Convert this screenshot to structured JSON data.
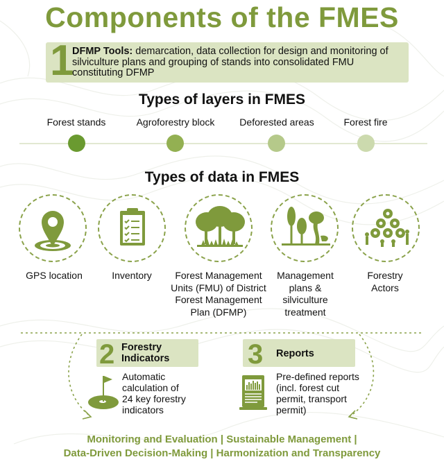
{
  "title": "Components of the FMES",
  "tools": {
    "number": "1",
    "label": "DFMP Tools:",
    "line1": "demarcation, data collection for design and monitoring of",
    "line2": "silviculture plans and grouping of stands into consolidated FMU",
    "line3": "constituting DFMP"
  },
  "layers": {
    "heading": "Types of layers in FMES",
    "items": [
      {
        "label": "Forest stands",
        "color": "#6a9a30"
      },
      {
        "label": "Agroforestry block",
        "color": "#93b052"
      },
      {
        "label": "Deforested areas",
        "color": "#b5c98a"
      },
      {
        "label": "Forest fire",
        "color": "#ccdaae"
      }
    ]
  },
  "data_types": {
    "heading": "Types of data in FMES",
    "items": [
      {
        "icon": "gps-pin-icon",
        "lines": [
          "GPS location"
        ]
      },
      {
        "icon": "clipboard-icon",
        "lines": [
          "Inventory"
        ]
      },
      {
        "icon": "trees-icon",
        "lines": [
          "Forest Management",
          "Units (FMU) of District",
          "Forest Management",
          "Plan (DFMP)"
        ]
      },
      {
        "icon": "plants-icon",
        "lines": [
          "Management",
          "plans &",
          "silviculture",
          "treatment"
        ]
      },
      {
        "icon": "people-gears-icon",
        "lines": [
          "Forestry",
          "Actors"
        ]
      }
    ]
  },
  "indicators": {
    "number": "2",
    "title_line1": "Forestry",
    "title_line2": "Indicators",
    "desc": [
      "Automatic",
      "calculation of",
      "24 key forestry",
      "indicators"
    ]
  },
  "reports": {
    "number": "3",
    "title": "Reports",
    "desc": [
      "Pre-defined reports",
      "(incl. forest cut",
      "permit, transport",
      "permit)"
    ]
  },
  "footer": {
    "line1": "Monitoring and Evaluation | Sustainable Management |",
    "line2": "Data-Driven Decision-Making | Harmonization and Transparency"
  },
  "colors": {
    "accent": "#7f9a3c",
    "light_box": "#dbe4c2",
    "icon_green": "#7f9a3c"
  }
}
